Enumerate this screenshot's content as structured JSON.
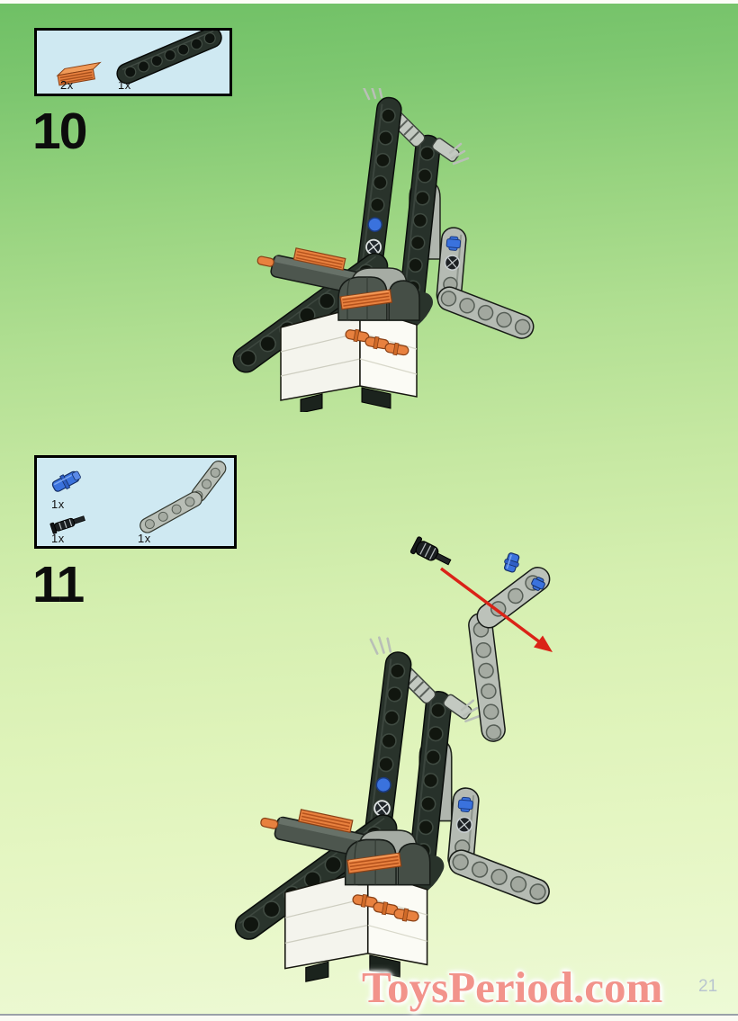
{
  "page": {
    "watermark": "ToysPeriod.com",
    "page_number": "21"
  },
  "steps": {
    "step10": {
      "number": "10",
      "parts": [
        {
          "qty": "2x",
          "icon": "orange-grille-tile-icon"
        },
        {
          "qty": "1x",
          "icon": "black-technic-beam-icon"
        }
      ]
    },
    "step11": {
      "number": "11",
      "parts": [
        {
          "qty": "1x",
          "icon": "blue-axle-pin-icon"
        },
        {
          "qty": "1x",
          "icon": "black-pin-axle-icon"
        },
        {
          "qty": "1x",
          "icon": "gray-angled-beam-icon"
        }
      ]
    }
  },
  "colors": {
    "background_top": "#6fc065",
    "background_bottom": "#edfad6",
    "parts_box_bg": "#cfe9f2",
    "beam_black": "#29332b",
    "beam_gray": "#b5bbb3",
    "brick_white": "#f4f4ed",
    "accent_orange": "#e8813f",
    "accent_blue": "#3a72dd",
    "arrow_red": "#da2317",
    "watermark_pink": "#f2938b"
  }
}
